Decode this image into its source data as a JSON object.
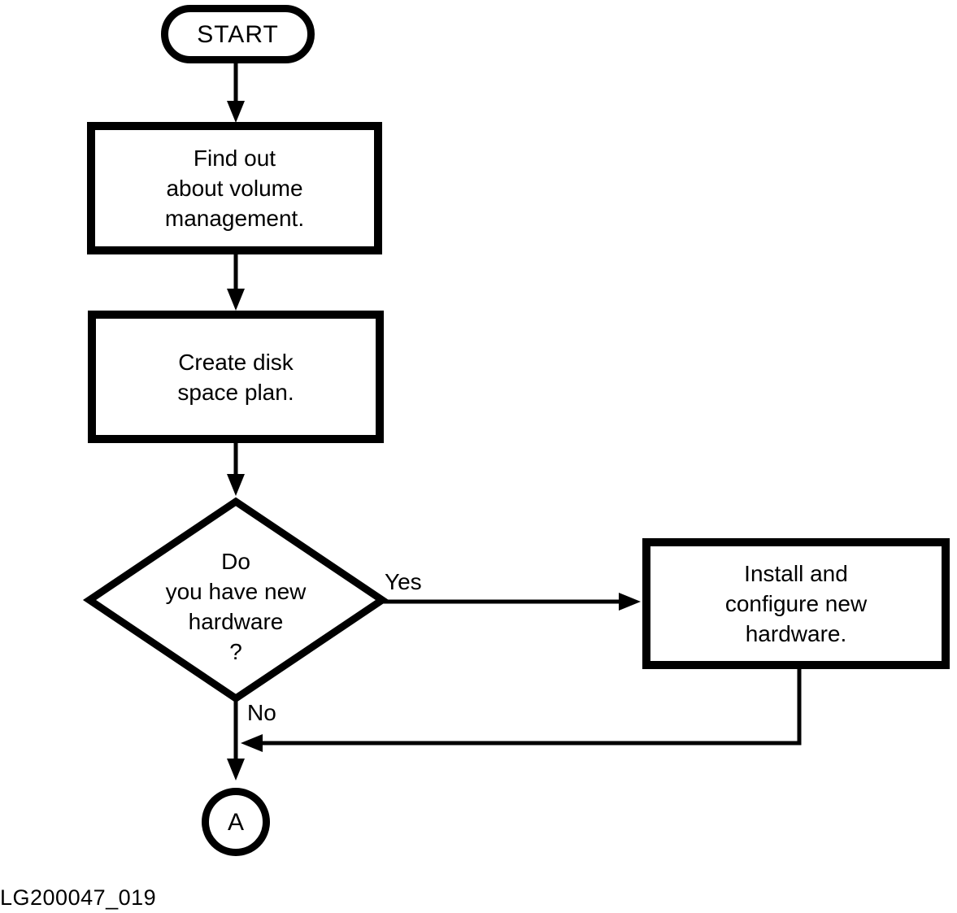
{
  "colors": {
    "ink": "#000000",
    "background": "#ffffff"
  },
  "caption": "LG200047_019",
  "nodes": {
    "start": "START",
    "find_out": "Find out\nabout volume\nmanagement.",
    "create_plan": "Create disk\nspace plan.",
    "decision": "Do\nyou have new\nhardware\n?",
    "install": "Install and\nconfigure new\nhardware.",
    "connector": "A"
  },
  "edges": {
    "yes": "Yes",
    "no": "No"
  }
}
